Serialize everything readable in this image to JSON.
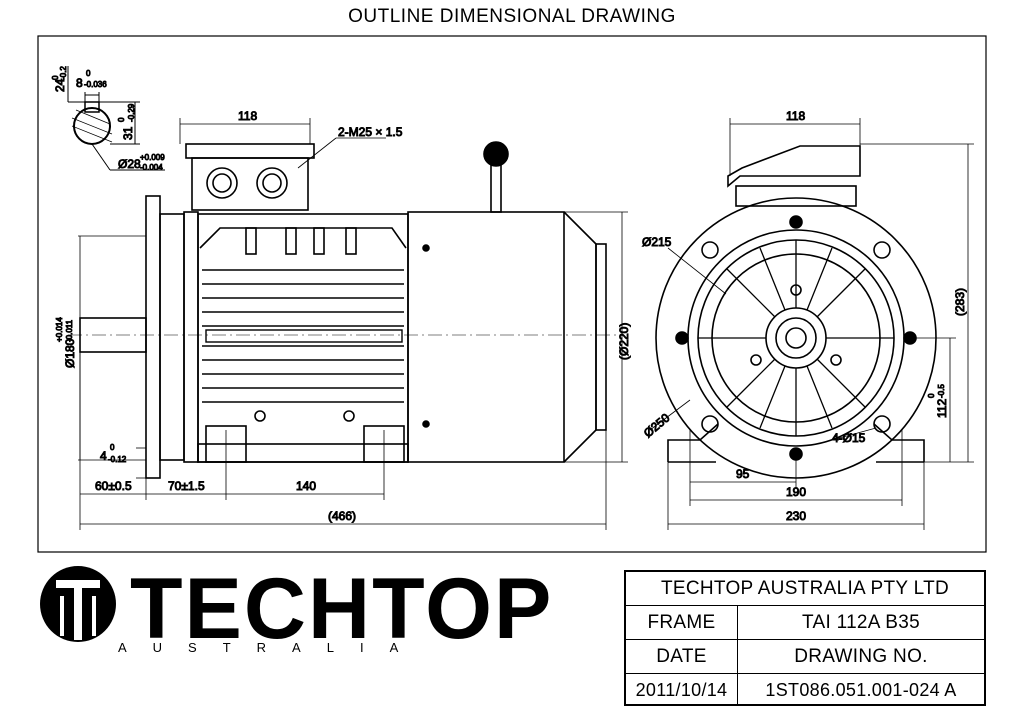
{
  "title": "OUTLINE DIMENSIONAL DRAWING",
  "logo": {
    "name": "TECHTOP",
    "sub": "AUSTRALIA"
  },
  "title_block": {
    "company": "TECHTOP AUSTRALIA PTY LTD",
    "frame_label": "FRAME",
    "frame_value": "TAI 112A B35",
    "date_label": "DATE",
    "drawing_no_label": "DRAWING NO.",
    "date_value": "2011/10/14",
    "drawing_no_value": "1ST086.051.001-024 A"
  },
  "dimensions": {
    "key_24": "24",
    "key_24_tol_upper": "0",
    "key_24_tol_lower": "-0.2",
    "key_8": "8",
    "key_8_tol_upper": "0",
    "key_8_tol_lower": "-0.036",
    "key_31": "31",
    "key_31_tol_upper": "0",
    "key_31_tol_lower": "-0.29",
    "shaft_28": "Ø28",
    "shaft_28_tol_upper": "+0.009",
    "shaft_28_tol_lower": "-0.004",
    "tbox_118": "118",
    "gland": "2-M25 × 1.5",
    "spigot_180": "Ø180",
    "spigot_180_tol_upper": "+0.014",
    "spigot_180_tol_lower": "-0.011",
    "flange_4": "4",
    "flange_4_tol_upper": "0",
    "flange_4_tol_lower": "-0.12",
    "d_220": "(Ø220)",
    "len_60": "60±0.5",
    "len_70": "70±1.5",
    "len_140": "140",
    "len_466": "(466)",
    "front_118": "118",
    "pcd_215": "Ø215",
    "flange_250": "Ø250",
    "holes": "4-Ø15",
    "h_283": "(283)",
    "h_112": "112",
    "h_112_tol_upper": "0",
    "h_112_tol_lower": "-0.5",
    "w_95": "95",
    "w_190": "190",
    "w_230": "230"
  }
}
